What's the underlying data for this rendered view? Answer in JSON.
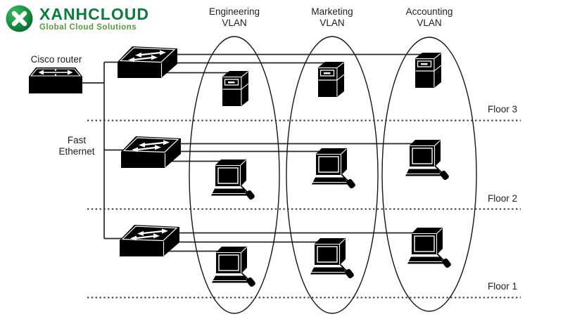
{
  "logo": {
    "brand": "XANHCLOUD",
    "tagline": "Global Cloud Solutions",
    "brand_color": "#0a7c3c",
    "tagline_color": "#569b3b"
  },
  "diagram": {
    "ink_color": "#262626",
    "router": {
      "label": "Cisco router",
      "icon": "cisco-router-icon"
    },
    "trunk": {
      "label": "Fast\nEthernet"
    },
    "vlans": [
      {
        "id": "engineering",
        "label": "Engineering\nVLAN"
      },
      {
        "id": "marketing",
        "label": "Marketing\nVLAN"
      },
      {
        "id": "accounting",
        "label": "Accounting\nVLAN"
      }
    ],
    "floors": [
      {
        "id": "floor-3",
        "label": "Floor 3"
      },
      {
        "id": "floor-2",
        "label": "Floor 2"
      },
      {
        "id": "floor-1",
        "label": "Floor 1"
      }
    ],
    "icons": {
      "logo_mark": "x-circle-icon",
      "router": "cisco-router-icon",
      "switch": "ethernet-switch-icon",
      "server": "server-icon",
      "workstation": "desktop-pc-icon"
    },
    "devices_per_floor": {
      "floor_3": [
        "switch",
        "server",
        "server",
        "server"
      ],
      "floor_2": [
        "switch",
        "workstation",
        "workstation",
        "workstation"
      ],
      "floor_1": [
        "switch",
        "workstation",
        "workstation",
        "workstation"
      ]
    }
  }
}
